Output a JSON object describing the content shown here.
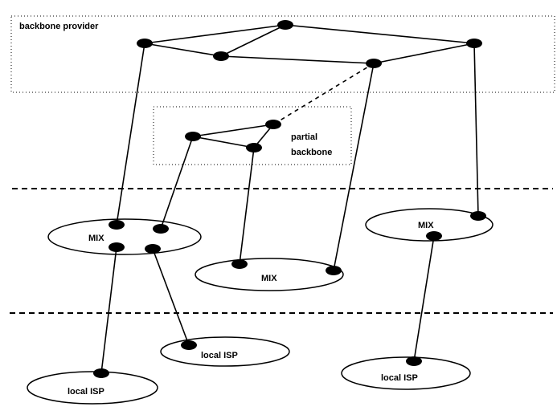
{
  "regions": {
    "backbone_provider": "backbone provider",
    "partial_backbone_line1": "partial",
    "partial_backbone_line2": "backbone"
  },
  "exchanges": [
    {
      "label": "MIX"
    },
    {
      "label": "MIX"
    },
    {
      "label": "MIX"
    }
  ],
  "isps": [
    {
      "label": "local ISP"
    },
    {
      "label": "local ISP"
    },
    {
      "label": "local ISP"
    }
  ]
}
